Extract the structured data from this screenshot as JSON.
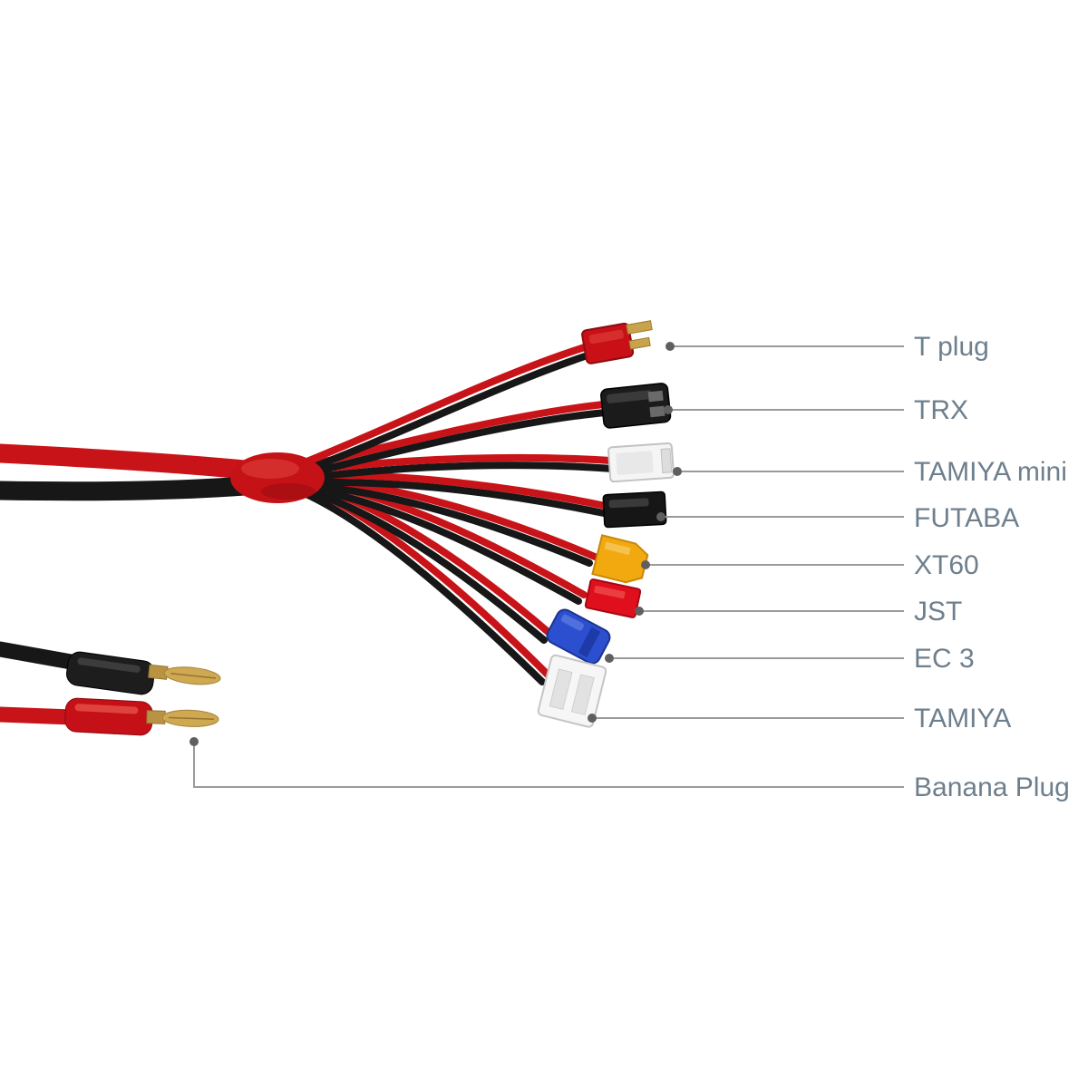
{
  "figure": {
    "kind": "rc-charger-adapter-cable-diagram",
    "background": "#ffffff"
  },
  "connectors": [
    {
      "id": "t-plug",
      "label": "T plug"
    },
    {
      "id": "trx",
      "label": "TRX"
    },
    {
      "id": "tamiya-mini",
      "label": "TAMIYA mini"
    },
    {
      "id": "futaba",
      "label": "FUTABA"
    },
    {
      "id": "xt60",
      "label": "XT60"
    },
    {
      "id": "jst",
      "label": "JST"
    },
    {
      "id": "ec3",
      "label": "EC 3"
    },
    {
      "id": "tamiya",
      "label": "TAMIYA"
    },
    {
      "id": "banana-plug",
      "label": "Banana Plug"
    }
  ],
  "colors": {
    "label_text": "#6e7f8d",
    "leader_line": "#9a9a9a",
    "leader_dot": "#5f5f5f",
    "wire_red": "#c81318",
    "wire_black": "#171717",
    "junction_red": "#c41217",
    "gold": "#c9a24c",
    "t_plug_red": "#c81016",
    "trx_black": "#1b1b1b",
    "tamiya_mini_white": "#f5f5f5",
    "futaba_black": "#161616",
    "xt60_yellow": "#f2a90f",
    "jst_red": "#e00f1e",
    "ec3_blue": "#2c4fd0",
    "tamiya_white": "#f6f6f6"
  }
}
